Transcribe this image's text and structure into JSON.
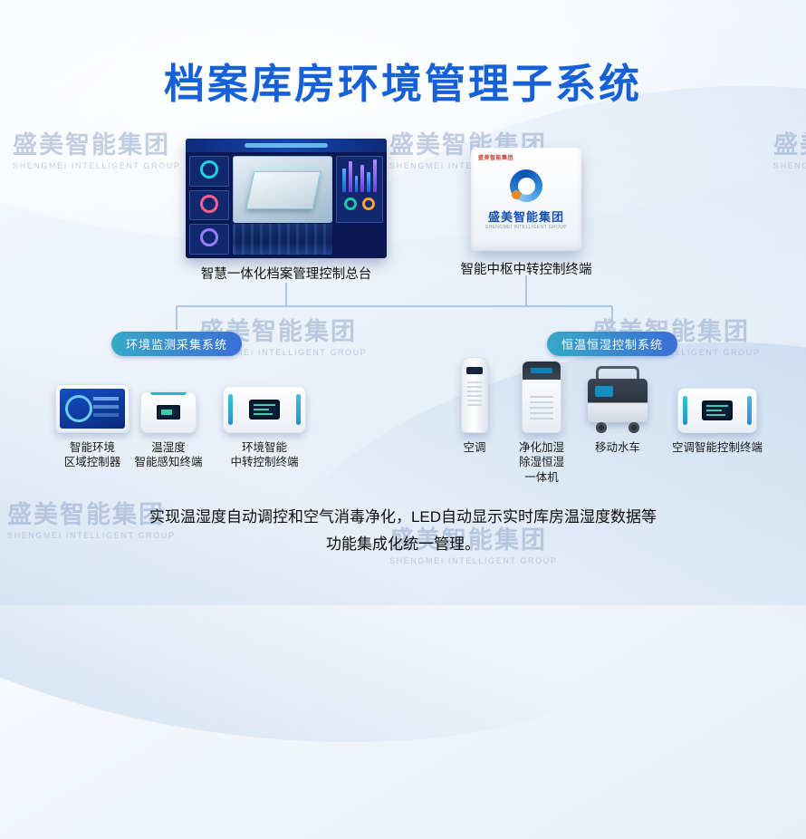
{
  "page": {
    "title": "档案库房环境管理子系统"
  },
  "watermark": {
    "cn": "盛美智能集团",
    "en": "SHENGMEI INTELLIGENT GROUP"
  },
  "top_devices": {
    "console": {
      "label": "智慧一体化档案管理控制总台"
    },
    "hub": {
      "label": "智能中枢中转控制终端",
      "logo_cn": "盛美智能集团",
      "logo_en": "SHENGMEI INTELLIGENT GROUP"
    }
  },
  "groups": {
    "monitoring": {
      "badge": "环境监测采集系统",
      "devices": [
        {
          "lines": [
            "智能环境",
            "区域控制器"
          ]
        },
        {
          "lines": [
            "温湿度",
            "智能感知终端"
          ]
        },
        {
          "lines": [
            "环境智能",
            "中转控制终端"
          ]
        }
      ]
    },
    "hvac": {
      "badge": "恒温恒湿控制系统",
      "devices": [
        {
          "lines": [
            "空调"
          ]
        },
        {
          "lines": [
            "净化加湿",
            "除湿恒湿",
            "一体机"
          ]
        },
        {
          "lines": [
            "移动水车"
          ]
        },
        {
          "lines": [
            "空调智能控制终端"
          ]
        }
      ]
    }
  },
  "footer": {
    "line1": "实现温湿度自动调控和空气消毒净化，LED自动显示实时库房温湿度数据等",
    "line2": "功能集成化统一管理。"
  },
  "colors": {
    "title": "#1761d8",
    "badge_gradient_start": "#36a9c6",
    "badge_gradient_end": "#3b6fd6",
    "connector": "#a9c9ea",
    "watermark": "#93a9cc"
  }
}
